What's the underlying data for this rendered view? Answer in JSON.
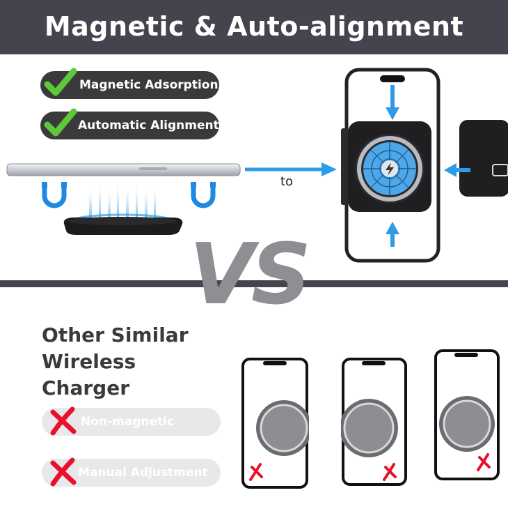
{
  "header": {
    "title": "Magnetic & Auto-alignment"
  },
  "features": [
    {
      "label": "Magnetic Adsorption",
      "icon": "check-icon"
    },
    {
      "label": "Automatic Alignment",
      "icon": "check-icon"
    }
  ],
  "arrow_label": "to",
  "vs_text": "VS",
  "comparison": {
    "title_line1": "Other Similar",
    "title_line2": "Wireless Charger",
    "drawbacks": [
      {
        "label": "Non-magnetic",
        "icon": "cross-icon"
      },
      {
        "label": "Manual Adjustment",
        "icon": "cross-icon"
      }
    ]
  },
  "colors": {
    "header_bg": "#45434d",
    "check_green": "#5ec83a",
    "cross_red": "#e8102a",
    "accent_blue": "#2d9be8",
    "magnet_blue": "#1e88e5"
  }
}
